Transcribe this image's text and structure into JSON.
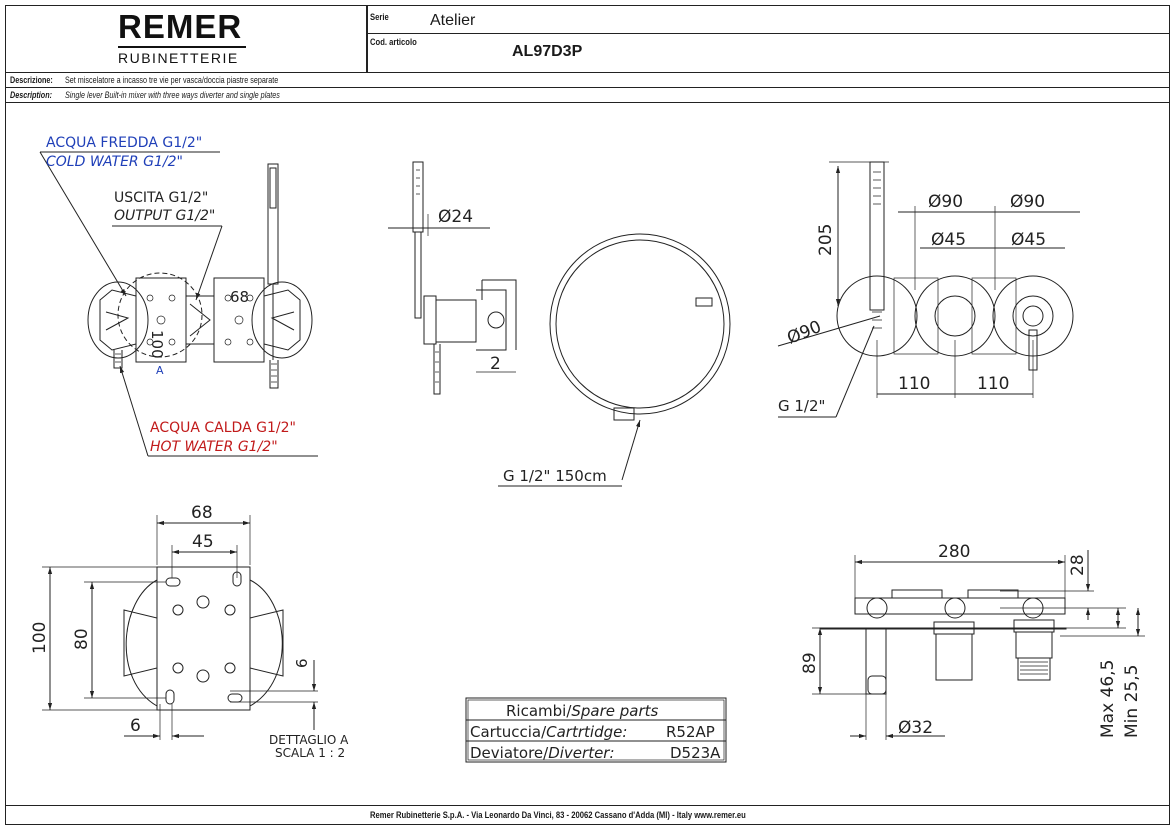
{
  "header": {
    "brand_main": "REMER",
    "brand_sub": "RUBINETTERIE",
    "serie_label": "Serie",
    "serie_value": "Atelier",
    "cod_label": "Cod. articolo",
    "cod_value": "AL97D3P",
    "descr_it_label": "Descrizione:",
    "descr_it_value": "Set miscelatore a incasso tre vie per vasca/doccia piastre separate",
    "descr_en_label": "Description:",
    "descr_en_value": "Single lever Built-in mixer with three ways diverter and single plates"
  },
  "callouts": {
    "cold_it": "ACQUA FREDDA G1/2\"",
    "cold_en": "COLD WATER G1/2\"",
    "out_it": "USCITA G1/2\"",
    "out_en": "OUTPUT G1/2\"",
    "hot_it": "ACQUA CALDA G1/2\"",
    "hot_en": "HOT WATER G1/2\"",
    "detail_ref": "A",
    "detail_title": "DETTAGLIO A",
    "detail_scale": "SCALA 1 : 2"
  },
  "dimensions": {
    "front_68": "68",
    "front_100": "100",
    "side_24": "Ø24",
    "side_2": "2",
    "hose": "G 1/2\" 150cm",
    "right_205": "205",
    "right_90a": "Ø90",
    "right_90b": "Ø90",
    "right_45a": "Ø45",
    "right_45b": "Ø45",
    "right_90c": "Ø90",
    "right_110a": "110",
    "right_110b": "110",
    "right_g12": "G 1/2\"",
    "detail_68": "68",
    "detail_45": "45",
    "detail_100": "100",
    "detail_80": "80",
    "detail_6a": "6",
    "detail_6b": "6",
    "plan_280": "280",
    "plan_28": "28",
    "plan_89": "89",
    "plan_32": "Ø32",
    "plan_max": "Max 46,5",
    "plan_min": "Min 25,5"
  },
  "spare_parts": {
    "title_it": "Ricambi/",
    "title_en": "Spare parts",
    "rows": [
      {
        "label_it": "Cartuccia/",
        "label_en": "Cartrtidge:",
        "code": "R52AP"
      },
      {
        "label_it": "Deviatore/",
        "label_en": "Diverter:",
        "code": "D523A"
      }
    ]
  },
  "footer": {
    "text": "Remer Rubinetterie S.p.A. - Via Leonardo Da Vinci, 83 - 20062 Cassano d'Adda (MI) - Italy www.remer.eu"
  }
}
